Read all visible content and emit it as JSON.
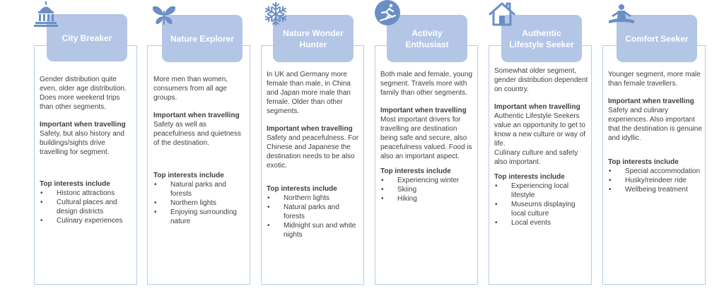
{
  "colors": {
    "header_bg": "#b3c6e6",
    "icon": "#6a8fc5",
    "border": "#b7cce4",
    "text": "#404040"
  },
  "segments": [
    {
      "icon": "building-icon",
      "title": "City Breaker",
      "description": "Gender distribution quite even, older age distribution. Does more weekend trips than other segments.",
      "important_label": "Important when travelling",
      "important_text": "Safety, but also history and buildings/sights drive travelling for segment.",
      "interests_label": "Top interests include",
      "interests": [
        "Historic attractions",
        "Cultural places and design districts",
        "Culinary experiences"
      ]
    },
    {
      "icon": "butterfly-icon",
      "title": "Nature Explorer",
      "description": "More men than women, consumers from all age groups.",
      "important_label": "Important when travelling",
      "important_text": "Safety as well as peacefulness and quietness of the destination.",
      "interests_label": "Top interests include",
      "interests": [
        "Natural parks and forests",
        "Northern lights",
        "Enjoying surrounding nature"
      ]
    },
    {
      "icon": "snowflake-icon",
      "title": "Nature Wonder Hunter",
      "description": "In UK and Germany more female than male, in China and Japan more male than female. Older than other segments.",
      "important_label": "Important when travelling",
      "important_text": "Safety and peacefulness. For Chinese and Japanese the destination needs to be also exotic.",
      "interests_label": "Top interests include",
      "interests": [
        "Northern lights",
        "Natural parks and forests",
        "Midnight sun and white nights"
      ]
    },
    {
      "icon": "skier-icon",
      "title": "Activity Enthusiast",
      "description": "Both male and female, young segment. Travels more with family than other segments.",
      "important_label": "Important when travelling",
      "important_text": "Most important drivers for travelling are destination being safe and secure, also peacefulness valued. Food is also an important aspect.",
      "interests_label": "Top interests include",
      "interests": [
        "Experiencing winter",
        "Skiing",
        "Hiking"
      ]
    },
    {
      "icon": "house-icon",
      "title": "Authentic Lifestyle Seeker",
      "description": "Somewhat older segment, gender distribution dependent on country.",
      "important_label": "Important when travelling",
      "important_text": "Authentic Lifestyle Seekers value an opportunity to get to know a new culture or way of life.\nCulinary culture and safety also important.",
      "interests_label": "Top interests include",
      "interests": [
        "Experiencing local lifestyle",
        "Museums displaying local culture",
        "Local events"
      ]
    },
    {
      "icon": "meditation-icon",
      "title": "Comfort Seeker",
      "description": "Younger segment, more male than female travellers.",
      "important_label": "Important when travelling",
      "important_text": "Safety and culinary experiences. Also important that the destination is genuine and idyllic.",
      "interests_label": "Top interests include",
      "interests": [
        "Special accommodation",
        "Husky/reindeer ride",
        "Wellbeing treatment"
      ]
    }
  ]
}
